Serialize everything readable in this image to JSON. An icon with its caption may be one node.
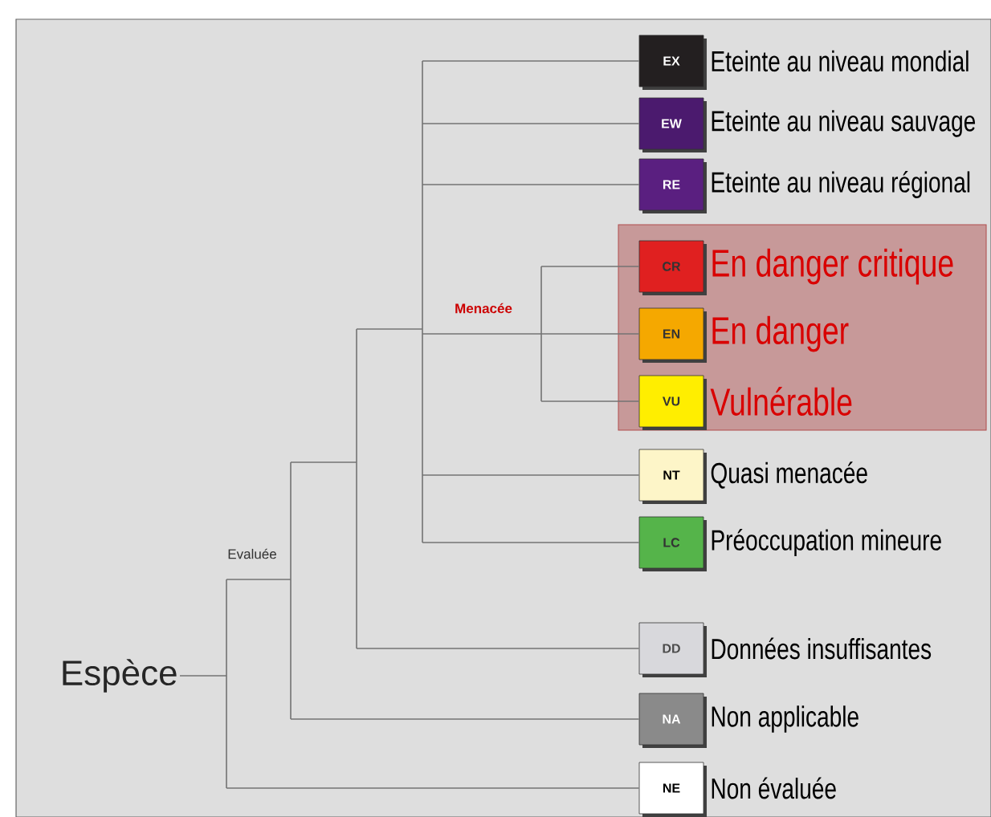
{
  "diagram": {
    "nodes": [
      {
        "text": [
          "Espèce"
        ]
      },
      {
        "text": [
          "EX",
          "Eteinte au niveau mondial"
        ]
      },
      {
        "text": [
          "EW",
          "Eteinte au niveau sauvage"
        ]
      },
      {
        "text": [
          "RE",
          "Eteinte au niveau régional"
        ]
      },
      {
        "text": [],
        "shape": "box"
      },
      {
        "text": [
          "CR",
          "En danger critique"
        ],
        "in": 4
      },
      {
        "text": [
          "EN",
          "En danger"
        ],
        "in": 4
      },
      {
        "text": [
          "VU",
          "Vulnérable"
        ],
        "in": 4
      },
      {
        "text": [
          "NT",
          "Quasi menacée"
        ]
      },
      {
        "text": [
          "LC",
          "Préoccupation mineure"
        ]
      },
      {
        "text": [
          "DD",
          "Données insuffisantes"
        ]
      },
      {
        "text": [
          "NA",
          "Non applicable"
        ]
      },
      {
        "text": [
          "NE",
          "Non évaluée"
        ]
      }
    ],
    "edges": [
      {
        "from": 0,
        "to": 1,
        "arrow": "none"
      },
      {
        "from": 0,
        "to": 2,
        "arrow": "none"
      },
      {
        "from": 0,
        "to": 3,
        "arrow": "none"
      },
      {
        "from": 0,
        "to": 5,
        "arrow": "none"
      },
      {
        "from": 0,
        "to": 6,
        "arrow": "none"
      },
      {
        "from": 0,
        "to": 7,
        "arrow": "none"
      },
      {
        "from": 0,
        "to": 8,
        "arrow": "none"
      },
      {
        "from": 0,
        "to": 9,
        "arrow": "none"
      },
      {
        "from": 0,
        "to": 10,
        "arrow": "none"
      },
      {
        "from": 0,
        "to": 11,
        "arrow": "none"
      },
      {
        "from": 0,
        "to": 12,
        "arrow": "none"
      }
    ],
    "labels": [
      "Menacée",
      "Evaluée"
    ]
  }
}
